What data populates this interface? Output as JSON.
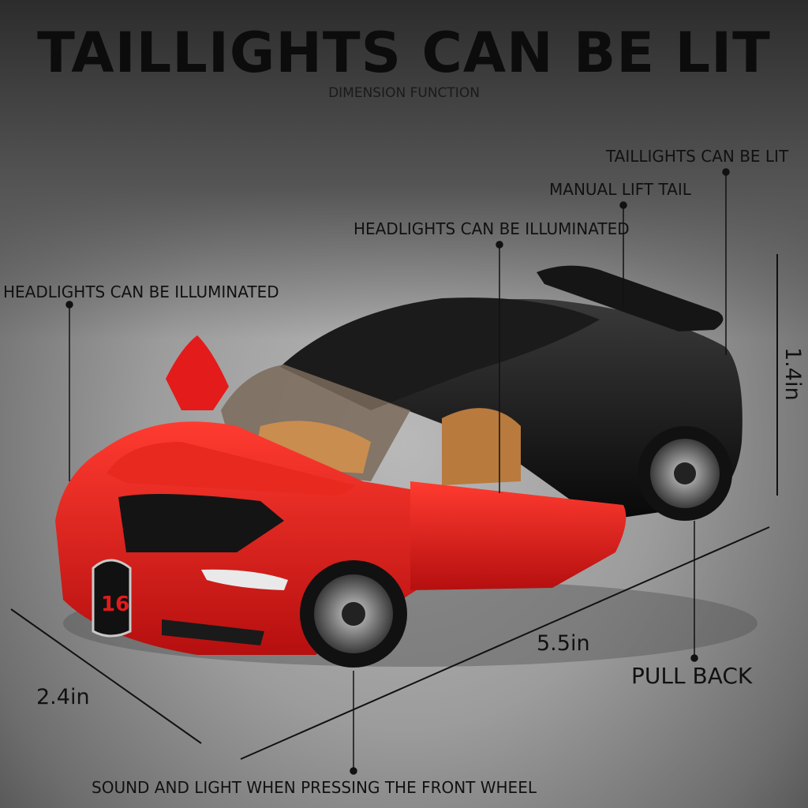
{
  "title": "TAILLIGHTS CAN BE LIT",
  "subtitle": "DIMENSION FUNCTION",
  "callouts": {
    "taillights": "TAILLIGHTS CAN BE LIT",
    "manual_lift_tail": "MANUAL LIFT TAIL",
    "headlights_mid": "HEADLIGHTS CAN BE ILLUMINATED",
    "headlights_left": "HEADLIGHTS CAN BE ILLUMINATED",
    "pull_back": "PULL BACK",
    "sound_light": "SOUND AND LIGHT WHEN PRESSING THE FRONT WHEEL"
  },
  "dimensions": {
    "length": "5.5in",
    "width": "2.4in",
    "height": "1.4in"
  },
  "plate_number": "16",
  "colors": {
    "body_red": "#e31b1b",
    "body_black": "#111111",
    "interior_tan": "#c98d4f"
  }
}
